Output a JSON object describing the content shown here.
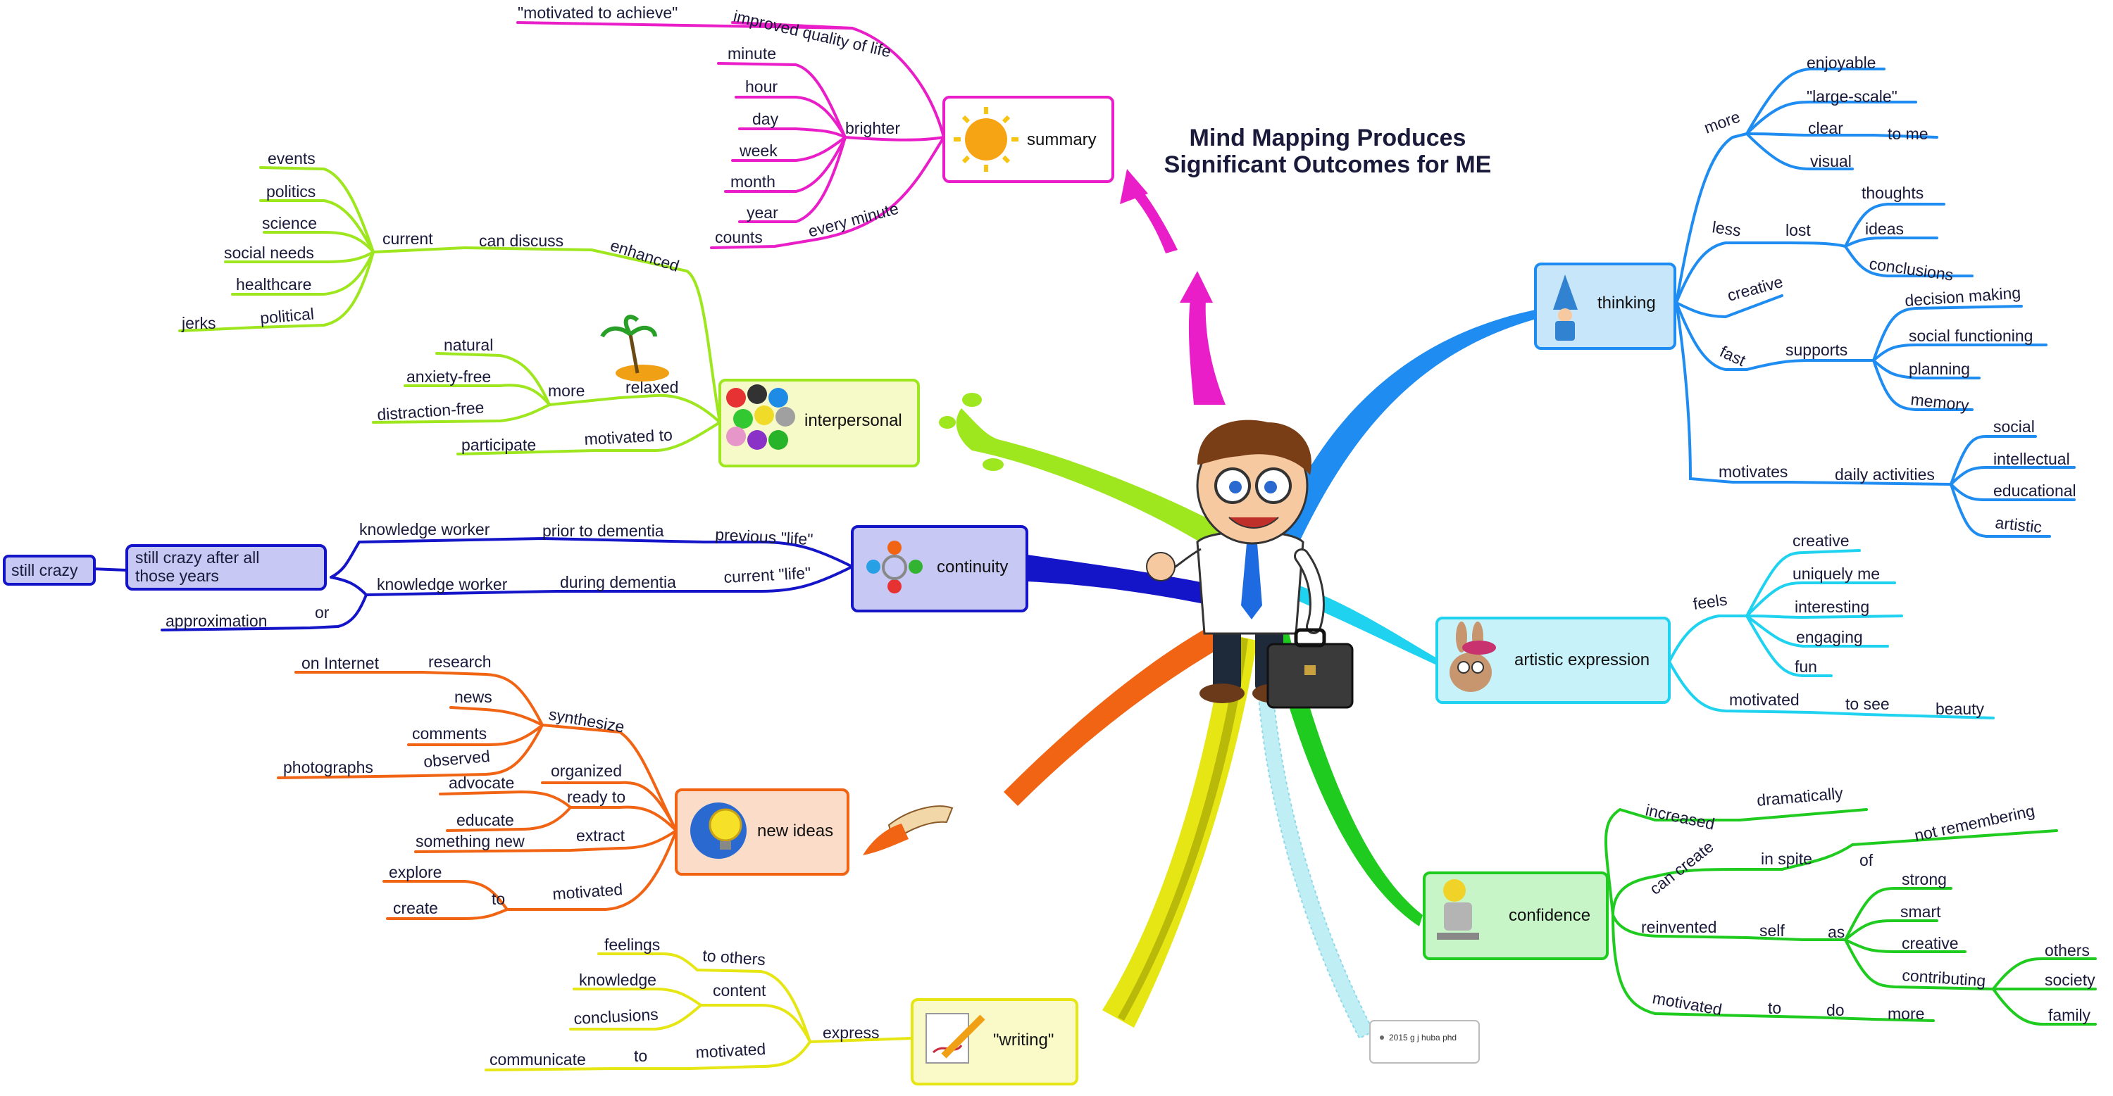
{
  "title": [
    "Mind Mapping Produces",
    "Significant Outcomes for ME"
  ],
  "credit": "2015 g j huba phd",
  "colors": {
    "summary": "#e91ec8",
    "interpersonal": "#9ee61e",
    "continuity": "#1414c8",
    "new_ideas": "#f06414",
    "writing": "#e6e614",
    "thinking": "#1e8cf0",
    "artistic": "#1ed2f0",
    "confidence": "#1ecb1e"
  },
  "topics": {
    "summary": "summary",
    "interpersonal": "interpersonal",
    "continuity": "continuity",
    "new_ideas": "new ideas",
    "writing": "\"writing\"",
    "thinking": "thinking",
    "artistic": "artistic expression",
    "confidence": "confidence",
    "still_crazy_after": [
      "still crazy after all",
      "those years"
    ],
    "still_crazy": "still crazy"
  },
  "labels": {
    "sum_motivated": "\"motivated to achieve\"",
    "sum_improved": "improved quality of life",
    "sum_minute": "minute",
    "sum_hour": "hour",
    "sum_day": "day",
    "sum_week": "week",
    "sum_month": "month",
    "sum_year": "year",
    "sum_brighter": "brighter",
    "sum_counts": "counts",
    "sum_every": "every minute",
    "ip_events": "events",
    "ip_politics": "politics",
    "ip_science": "science",
    "ip_social": "social needs",
    "ip_health": "healthcare",
    "ip_political": "political",
    "ip_jerks": "jerks",
    "ip_current": "current",
    "ip_candiscuss": "can discuss",
    "ip_enhanced": "enhanced",
    "ip_natural": "natural",
    "ip_anxiety": "anxiety-free",
    "ip_distraction": "distraction-free",
    "ip_more": "more",
    "ip_relaxed": "relaxed",
    "ip_participate": "participate",
    "ip_motivated": "motivated to",
    "co_kw1": "knowledge worker",
    "co_prior": "prior to dementia",
    "co_prev": "previous \"life\"",
    "co_kw2": "knowledge worker",
    "co_during": "during dementia",
    "co_curr": "current \"life\"",
    "co_approx": "approximation",
    "co_or": "or",
    "ni_internet": "on Internet",
    "ni_research": "research",
    "ni_news": "news",
    "ni_comments": "comments",
    "ni_photos": "photographs",
    "ni_observed": "observed",
    "ni_synth": "synthesize",
    "ni_advocate": "advocate",
    "ni_organized": "organized",
    "ni_educate": "educate",
    "ni_ready": "ready to",
    "ni_something": "something new",
    "ni_extract": "extract",
    "ni_explore": "explore",
    "ni_create": "create",
    "ni_to": "to",
    "ni_motivated": "motivated",
    "wr_feelings": "feelings",
    "wr_toothers": "to others",
    "wr_knowledge": "knowledge",
    "wr_content": "content",
    "wr_conclusions": "conclusions",
    "wr_communicate": "communicate",
    "wr_to": "to",
    "wr_motivated": "motivated",
    "wr_express": "express",
    "th_more": "more",
    "th_enjoyable": "enjoyable",
    "th_large": "\"large-scale\"",
    "th_clear": "clear",
    "th_tome": "to me",
    "th_visual": "visual",
    "th_less": "less",
    "th_lost": "lost",
    "th_thoughts": "thoughts",
    "th_ideas": "ideas",
    "th_conclusions": "conclusions",
    "th_creative": "creative",
    "th_fast": "fast",
    "th_supports": "supports",
    "th_decision": "decision making",
    "th_socialf": "social functioning",
    "th_planning": "planning",
    "th_memory": "memory",
    "th_motivates": "motivates",
    "th_daily": "daily activities",
    "th_social": "social",
    "th_intellectual": "intellectual",
    "th_educational": "educational",
    "th_artistic": "artistic",
    "ar_feels": "feels",
    "ar_creative": "creative",
    "ar_uniquely": "uniquely me",
    "ar_interesting": "interesting",
    "ar_engaging": "engaging",
    "ar_fun": "fun",
    "ar_motivated": "motivated",
    "ar_tosee": "to see",
    "ar_beauty": "beauty",
    "cf_increased": "increased",
    "cf_dramatically": "dramatically",
    "cf_cancreate": "can create",
    "cf_inspite": "in spite",
    "cf_of": "of",
    "cf_notremembering": "not remembering",
    "cf_reinvented": "reinvented",
    "cf_self": "self",
    "cf_as": "as",
    "cf_strong": "strong",
    "cf_smart": "smart",
    "cf_creative": "creative",
    "cf_contributing": "contributing",
    "cf_others": "others",
    "cf_society": "society",
    "cf_family": "family",
    "cf_motivated": "motivated",
    "cf_to": "to",
    "cf_do": "do",
    "cf_more": "more"
  }
}
